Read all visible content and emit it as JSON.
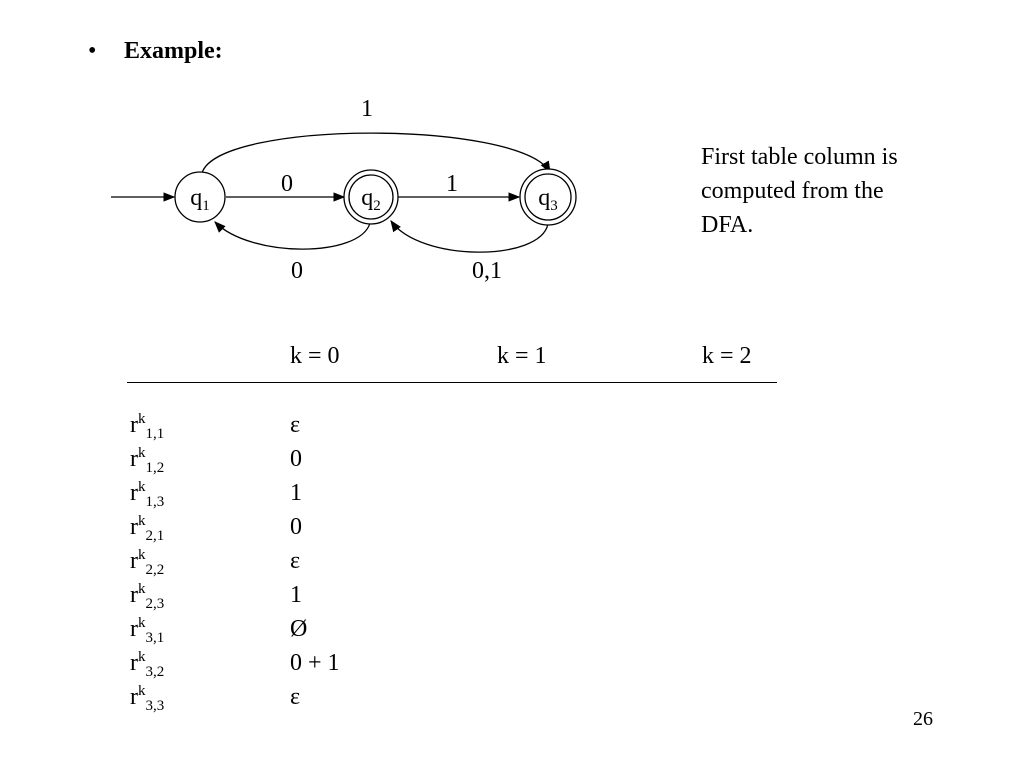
{
  "slide": {
    "bullet": "•",
    "heading": "Example:",
    "note": "First table column is computed from the DFA.",
    "page_number": "26"
  },
  "dfa": {
    "states": [
      {
        "id": "q1",
        "base": "q",
        "index": "1",
        "accepting": false,
        "start": true
      },
      {
        "id": "q2",
        "base": "q",
        "index": "2",
        "accepting": true,
        "start": false
      },
      {
        "id": "q3",
        "base": "q",
        "index": "3",
        "accepting": true,
        "start": false
      }
    ],
    "transitions": [
      {
        "from": "q1",
        "to": "q2",
        "label": "0"
      },
      {
        "from": "q2",
        "to": "q3",
        "label": "1"
      },
      {
        "from": "q1",
        "to": "q3",
        "label": "1"
      },
      {
        "from": "q2",
        "to": "q1",
        "label": "0"
      },
      {
        "from": "q3",
        "to": "q2",
        "label": "0,1"
      }
    ]
  },
  "table": {
    "columns": [
      "k = 0",
      "k = 1",
      "k = 2"
    ],
    "rows": [
      {
        "base": "r",
        "sup": "k",
        "sub": "1,1",
        "value": "ε"
      },
      {
        "base": "r",
        "sup": "k",
        "sub": "1,2",
        "value": "0"
      },
      {
        "base": "r",
        "sup": "k",
        "sub": "1,3",
        "value": "1"
      },
      {
        "base": "r",
        "sup": "k",
        "sub": "2,1",
        "value": "0"
      },
      {
        "base": "r",
        "sup": "k",
        "sub": "2,2",
        "value": "ε"
      },
      {
        "base": "r",
        "sup": "k",
        "sub": "2,3",
        "value": "1"
      },
      {
        "base": "r",
        "sup": "k",
        "sub": "3,1",
        "value": "Ø"
      },
      {
        "base": "r",
        "sup": "k",
        "sub": "3,2",
        "value": "0 + 1"
      },
      {
        "base": "r",
        "sup": "k",
        "sub": "3,3",
        "value": "ε"
      }
    ]
  }
}
